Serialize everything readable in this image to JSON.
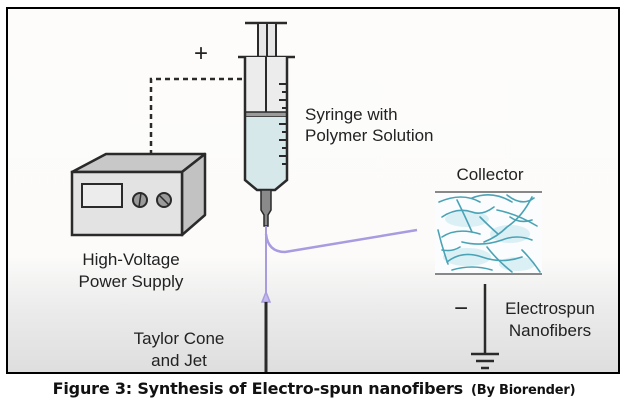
{
  "figure": {
    "labels": {
      "syringe": [
        "Syringe with",
        "Polymer Solution"
      ],
      "collector": "Collector",
      "power_supply": [
        "High-Voltage",
        "Power Supply"
      ],
      "taylor_cone": [
        "Taylor Cone",
        "and Jet"
      ],
      "nanofibers": [
        "Electrospun",
        "Nanofibers"
      ],
      "positive_sign": "+",
      "negative_sign": "−"
    },
    "colors": {
      "positive": "#e8242b",
      "solution": "#d6e8ea",
      "jet": "#a99be0",
      "fiber": "#4aa3b5",
      "outline": "#2a2a2a",
      "device": "#e3e3e3"
    }
  },
  "caption": {
    "main": "Figure 3: Synthesis of Electro-spun nanofibers",
    "credit": "(By Biorender)"
  }
}
